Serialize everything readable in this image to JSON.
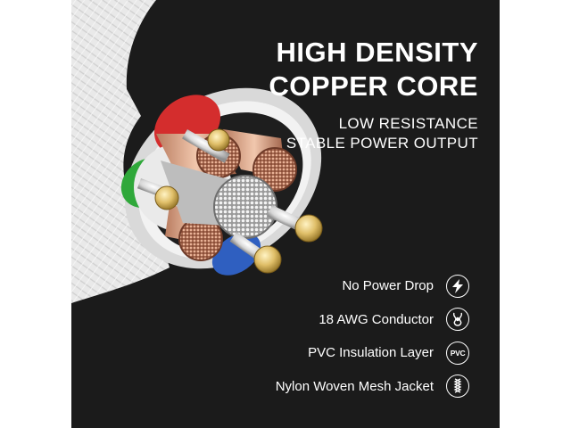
{
  "headline": {
    "line1": "HIGH DENSITY",
    "line2": "COPPER CORE"
  },
  "subhead": {
    "line1": "LOW RESISTANCE",
    "line2": "STABLE POWER OUTPUT"
  },
  "features": [
    {
      "label": "No Power Drop",
      "icon": "lightning-bolt-icon"
    },
    {
      "label": "18 AWG Conductor",
      "icon": "conductor-wires-icon"
    },
    {
      "label": "PVC Insulation Layer",
      "icon": "pvc-icon",
      "icon_text": "PVC"
    },
    {
      "label": "Nylon Woven Mesh Jacket",
      "icon": "braid-icon"
    }
  ],
  "colors": {
    "background": "#1b1b1b",
    "text": "#ffffff",
    "jacket": "#e8e8e8",
    "copper": "#c98a6a",
    "gold_tip": "#e2c36a",
    "wire_red": "#d42d2d",
    "wire_green": "#2fa83a",
    "wire_blue": "#2f5fc0"
  }
}
